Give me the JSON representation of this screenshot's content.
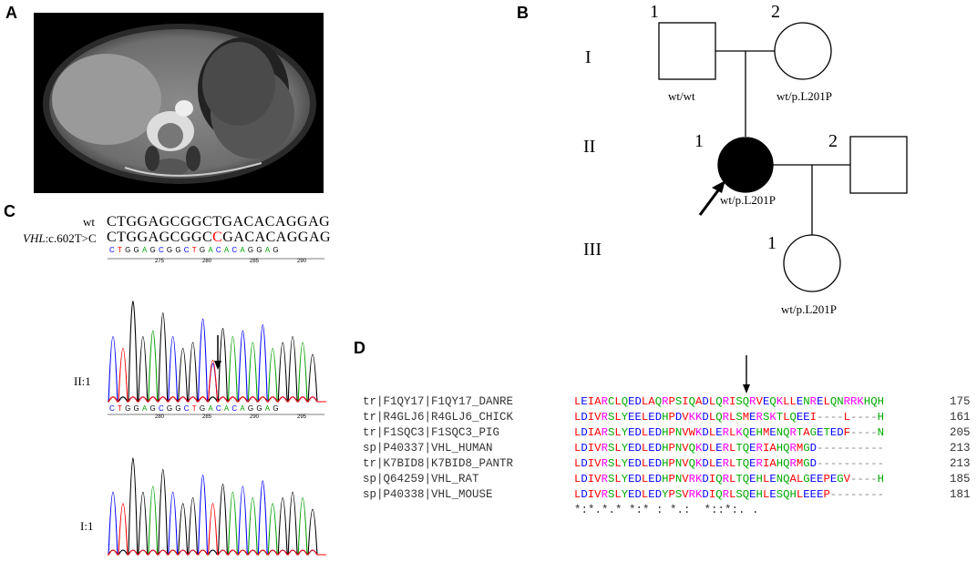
{
  "panels": {
    "a": "A",
    "b": "B",
    "c": "C",
    "d": "D"
  },
  "pedigree": {
    "generations": [
      "I",
      "II",
      "III"
    ],
    "I1": {
      "num": "1",
      "genotype": "wt/wt"
    },
    "I2": {
      "num": "2",
      "genotype": "wt/p.L201P"
    },
    "II1": {
      "num": "1",
      "genotype": "wt/p.L201P"
    },
    "II2": {
      "num": "2"
    },
    "III1": {
      "num": "1",
      "genotype": "wt/p.L201P"
    }
  },
  "sequencing": {
    "wt_label": "wt",
    "wt_seq": "CTGGAGCGGCTGACACAGGAG",
    "mut_label_gene": "VHL",
    "mut_label_rest": ":c.602T>C",
    "mut_seq_pre": "CTGGAGCGGC",
    "mut_seq_base": "C",
    "mut_seq_post": "GACACAGGAG",
    "trace_bases": "CTGGAGCGGCTGACACAGGAG",
    "trace_bases_2": "CTGGAGCGGCTGACACAGGAG",
    "ticks_top": [
      "275",
      "280",
      "285",
      "290"
    ],
    "ticks_bottom": [
      "280",
      "285",
      "290",
      "295"
    ],
    "sample_II1": "II:1",
    "sample_I1": "I:1"
  },
  "alignment": {
    "rows": [
      {
        "db": "tr",
        "acc": "F1QY17",
        "name": "F1QY17_DANRE",
        "seq": "LEIARCLQEDLAQRPSIQADLQRISQRVEQKLLENRELQNRRKHQH",
        "end": "175"
      },
      {
        "db": "tr",
        "acc": "R4GLJ6",
        "name": "R4GLJ6_CHICK",
        "seq": "LDIVRSLYEELEDHPDVKKDLQRLSMERSKTLQEEI----L----H",
        "end": "161"
      },
      {
        "db": "tr",
        "acc": "F1SQC3",
        "name": "F1SQC3_PIG",
        "seq": "LDIARSLYEDLEDHPNVWKDLERLKQEHMENQRTAGETEDF----N",
        "end": "205"
      },
      {
        "db": "sp",
        "acc": "P40337",
        "name": "VHL_HUMAN",
        "seq": "LDIVRSLYEDLEDHPNVQKDLERLTQERIAHQRMGD----------",
        "end": "213"
      },
      {
        "db": "tr",
        "acc": "K7BID8",
        "name": "K7BID8_PANTR",
        "seq": "LDIVRSLYEDLEDHPNVQKDLERLTQERIAHQRMGD----------",
        "end": "213"
      },
      {
        "db": "sp",
        "acc": "Q64259",
        "name": "VHL_RAT",
        "seq": "LDIVRSLYEDLEDHPNVRKDIQRLTQEHLENQALGEEPEGV----H",
        "end": "185"
      },
      {
        "db": "sp",
        "acc": "P40338",
        "name": "VHL_MOUSE",
        "seq": "LDIVRSLYEDLEDYPSVRKDIQRLSQEHLESQHLEEEP--------",
        "end": "181"
      }
    ],
    "consensus": "*:*.*.* *:* : *.:  *::*:. ."
  },
  "colors": {
    "hydrophobic": "#ff0000",
    "acidic": "#0000ff",
    "basic": "#ff00ff",
    "polar": "#00aa00",
    "trace_A": "#00a000",
    "trace_C": "#0000ff",
    "trace_G": "#000000",
    "trace_T": "#ff0000",
    "mutation": "#ff0000"
  }
}
